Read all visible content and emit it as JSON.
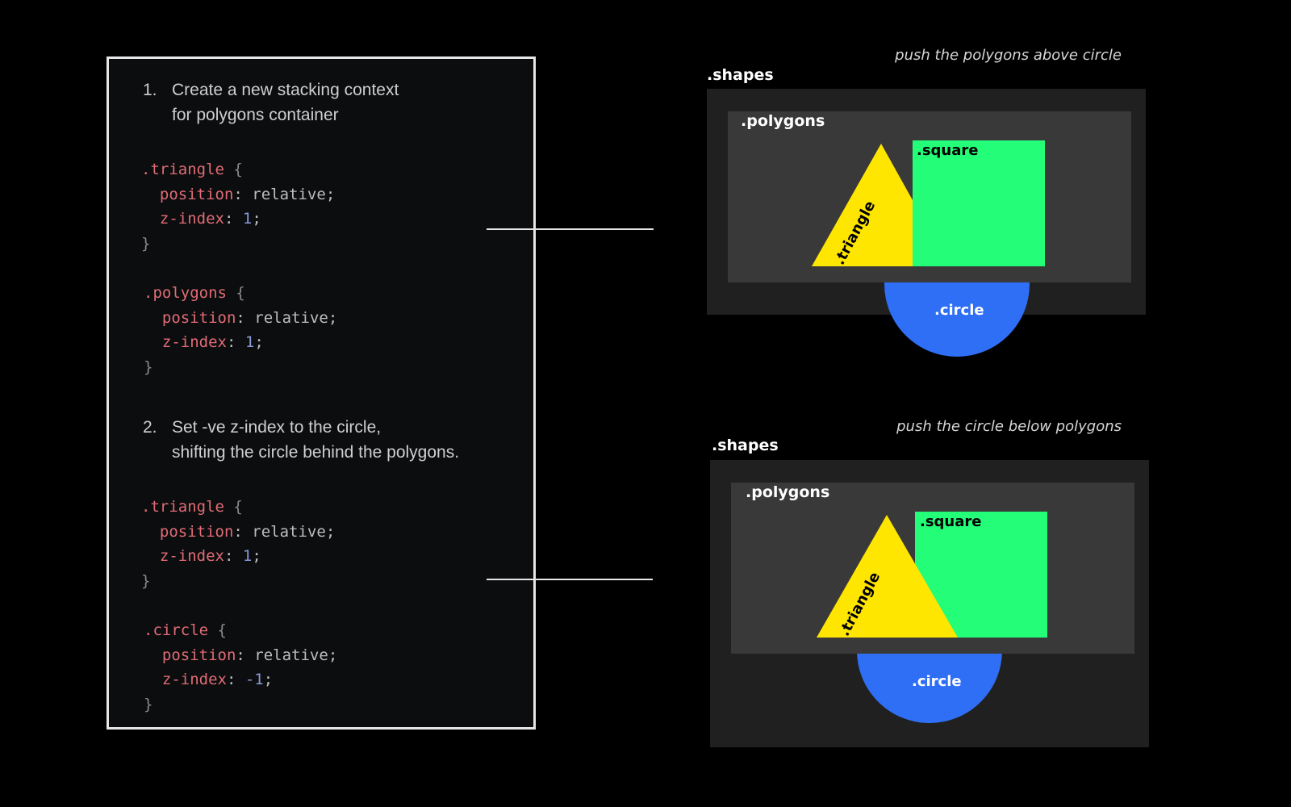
{
  "code_panel": {
    "step1": {
      "number": "1.",
      "line1": "Create a new stacking context",
      "line2": "for polygons container"
    },
    "block1": [
      {
        "selector": ".triangle",
        "open": " {"
      },
      {
        "prop": "position",
        "value": "relative"
      },
      {
        "prop": "z-index",
        "value": "1"
      },
      {
        "close": "}"
      }
    ],
    "block2": [
      {
        "selector": ".polygons",
        "open": " {"
      },
      {
        "prop": "position",
        "value": "relative"
      },
      {
        "prop": "z-index",
        "value": "1"
      },
      {
        "close": "}"
      }
    ],
    "step2": {
      "number": "2.",
      "line1": "Set -ve z-index to the circle,",
      "line2": "shifting the circle behind the polygons."
    },
    "block3": [
      {
        "selector": ".triangle",
        "open": " {"
      },
      {
        "prop": "position",
        "value": "relative"
      },
      {
        "prop": "z-index",
        "value": "1"
      },
      {
        "close": "}"
      }
    ],
    "block4": [
      {
        "selector": ".circle",
        "open": " {"
      },
      {
        "prop": "position",
        "value": "relative"
      },
      {
        "prop": "z-index",
        "value": "-1"
      },
      {
        "close": "}"
      }
    ]
  },
  "diagram_top": {
    "caption": "push the polygons above circle",
    "shapes_label": ".shapes",
    "polygons_label": ".polygons",
    "square_label": ".square",
    "triangle_label": ".triangle",
    "circle_label": ".circle"
  },
  "diagram_bottom": {
    "caption": "push the circle below polygons",
    "shapes_label": ".shapes",
    "polygons_label": ".polygons",
    "square_label": ".square",
    "triangle_label": ".triangle",
    "circle_label": ".circle"
  },
  "colors": {
    "background": "#000000",
    "code_bg": "#0b0d0f",
    "shapes": "#202020",
    "polygons": "#393939",
    "triangle": "#ffe600",
    "square": "#23fd77",
    "circle": "#2f6ff5",
    "selector": "#e06c75",
    "number": "#8a9ad6"
  }
}
